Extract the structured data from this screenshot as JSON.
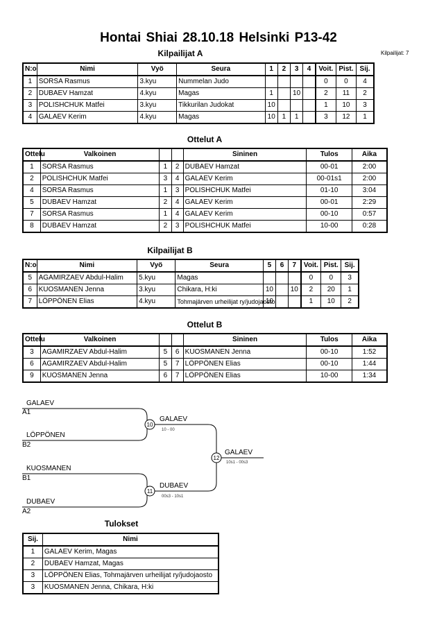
{
  "header": {
    "title": "Hontai Shiai  28.10.18  Helsinki   P13-42",
    "competitors_count": "Kilpailijat: 7"
  },
  "poolA": {
    "title": "Kilpailijat A",
    "columns": [
      "N:o",
      "Nimi",
      "Vyö",
      "Seura",
      "1",
      "2",
      "3",
      "4",
      "Voit.",
      "Pist.",
      "Sij."
    ],
    "rows": [
      [
        "1",
        "SORSA Rasmus",
        "3.kyu",
        "Nummelan Judo",
        "",
        "",
        "",
        "",
        "0",
        "0",
        "4"
      ],
      [
        "2",
        "DUBAEV Hamzat",
        "4.kyu",
        "Magas",
        "1",
        "",
        "10",
        "",
        "2",
        "11",
        "2"
      ],
      [
        "3",
        "POLISHCHUK Matfei",
        "3.kyu",
        "Tikkurilan Judokat",
        "10",
        "",
        "",
        "",
        "1",
        "10",
        "3"
      ],
      [
        "4",
        "GALAEV Kerim",
        "4.kyu",
        "Magas",
        "10",
        "1",
        "1",
        "",
        "3",
        "12",
        "1"
      ]
    ]
  },
  "matchesA": {
    "title": "Ottelut A",
    "columns": [
      "Ottelu",
      "Valkoinen",
      "",
      "",
      "Sininen",
      "Tulos",
      "Aika"
    ],
    "rows": [
      [
        "1",
        "SORSA Rasmus",
        "1",
        "2",
        "DUBAEV Hamzat",
        "00-01",
        "2:00"
      ],
      [
        "2",
        "POLISHCHUK Matfei",
        "3",
        "4",
        "GALAEV Kerim",
        "00-01s1",
        "2:00"
      ],
      [
        "4",
        "SORSA Rasmus",
        "1",
        "3",
        "POLISHCHUK Matfei",
        "01-10",
        "3:04"
      ],
      [
        "5",
        "DUBAEV Hamzat",
        "2",
        "4",
        "GALAEV Kerim",
        "00-01",
        "2:29"
      ],
      [
        "7",
        "SORSA Rasmus",
        "1",
        "4",
        "GALAEV Kerim",
        "00-10",
        "0:57"
      ],
      [
        "8",
        "DUBAEV Hamzat",
        "2",
        "3",
        "POLISHCHUK Matfei",
        "10-00",
        "0:28"
      ]
    ]
  },
  "poolB": {
    "title": "Kilpailijat B",
    "columns": [
      "N:o",
      "Nimi",
      "Vyö",
      "Seura",
      "5",
      "6",
      "7",
      "Voit.",
      "Pist.",
      "Sij."
    ],
    "rows": [
      [
        "5",
        "AGAMIRZAEV Abdul-Halim",
        "5.kyu",
        "Magas",
        "",
        "",
        "",
        "0",
        "0",
        "3"
      ],
      [
        "6",
        "KUOSMANEN Jenna",
        "3.kyu",
        "Chikara, H:ki",
        "10",
        "",
        "10",
        "2",
        "20",
        "1"
      ],
      [
        "7",
        "LÖPPÖNEN Elias",
        "4.kyu",
        "Tohmajärven urheilijat ry/judojaosto",
        "10",
        "",
        "",
        "1",
        "10",
        "2"
      ]
    ]
  },
  "matchesB": {
    "title": "Ottelut B",
    "columns": [
      "Ottelu",
      "Valkoinen",
      "",
      "",
      "Sininen",
      "Tulos",
      "Aika"
    ],
    "rows": [
      [
        "3",
        "AGAMIRZAEV Abdul-Halim",
        "5",
        "6",
        "KUOSMANEN Jenna",
        "00-10",
        "1:52"
      ],
      [
        "6",
        "AGAMIRZAEV Abdul-Halim",
        "5",
        "7",
        "LÖPPÖNEN Elias",
        "00-10",
        "1:44"
      ],
      [
        "9",
        "KUOSMANEN Jenna",
        "6",
        "7",
        "LÖPPÖNEN Elias",
        "10-00",
        "1:34"
      ]
    ]
  },
  "bracket": {
    "entries": [
      {
        "name": "GALAEV",
        "seed": "A1"
      },
      {
        "name": "LÖPPÖNEN",
        "seed": "B2"
      },
      {
        "name": "KUOSMANEN",
        "seed": "B1"
      },
      {
        "name": "DUBAEV",
        "seed": "A2"
      }
    ],
    "matches": [
      {
        "number": "10",
        "winner": "GALAEV",
        "score": "10 - 00"
      },
      {
        "number": "11",
        "winner": "DUBAEV",
        "score": "00s3 - 10s1"
      },
      {
        "number": "12",
        "winner": "GALAEV",
        "score": "10s1 - 00s3"
      }
    ]
  },
  "results": {
    "title": "Tulokset",
    "columns": [
      "Sij.",
      "Nimi"
    ],
    "rows": [
      [
        "1",
        "GALAEV Kerim, Magas"
      ],
      [
        "2",
        "DUBAEV Hamzat, Magas"
      ],
      [
        "3",
        "LÖPPÖNEN Elias, Tohmajärven urheilijat ry/judojaosto"
      ],
      [
        "3",
        "KUOSMANEN Jenna, Chikara, H:ki"
      ]
    ]
  }
}
